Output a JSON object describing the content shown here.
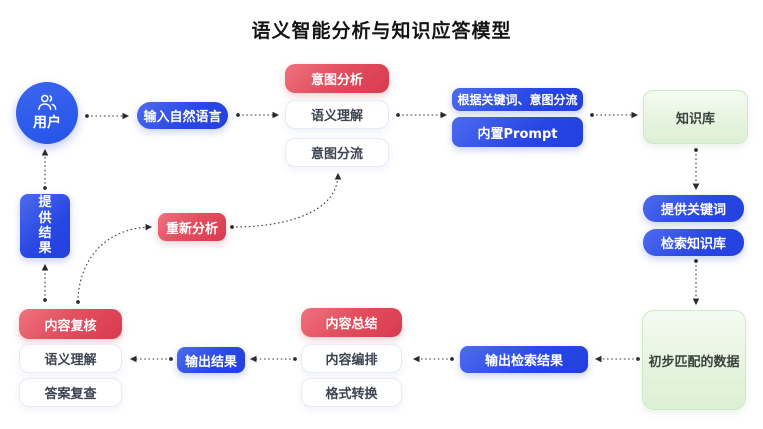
{
  "title": "语义智能分析与知识应答模型",
  "nodes": {
    "user": {
      "label": "用户",
      "icon": "users-icon"
    },
    "input_natural_language": {
      "label": "输入自然语言"
    },
    "intent_analysis": {
      "header": "意图分析",
      "item1": "语义理解",
      "item2": "意图分流"
    },
    "keyword_routing": {
      "label": "根据关键词、意图分流"
    },
    "builtin_prompt": {
      "label": "内置Prompt"
    },
    "knowledge_base": {
      "label": "知识库"
    },
    "provide_result": {
      "label": "提供结果"
    },
    "reanalyze": {
      "label": "重新分析"
    },
    "provide_keywords": {
      "label": "提供关键词"
    },
    "search_knowledge_base": {
      "label": "检索知识库"
    },
    "content_review": {
      "header": "内容复核",
      "item1": "语义理解",
      "item2": "答案复查"
    },
    "output_result": {
      "label": "输出结果"
    },
    "content_summary": {
      "header": "内容总结",
      "item1": "内容编排",
      "item2": "格式转换"
    },
    "output_search_result": {
      "label": "输出检索结果"
    },
    "matched_data": {
      "label": "初步匹配的数据"
    }
  },
  "edges": [
    {
      "from": "用户",
      "to": "输入自然语言"
    },
    {
      "from": "输入自然语言",
      "to": "意图分析"
    },
    {
      "from": "意图分析",
      "to": "根据关键词、意图分流"
    },
    {
      "from": "内置Prompt",
      "to": "知识库"
    },
    {
      "from": "知识库",
      "to": "提供关键词"
    },
    {
      "from": "检索知识库",
      "to": "初步匹配的数据"
    },
    {
      "from": "初步匹配的数据",
      "to": "输出检索结果"
    },
    {
      "from": "输出检索结果",
      "to": "内容总结"
    },
    {
      "from": "内容总结",
      "to": "输出结果"
    },
    {
      "from": "输出结果",
      "to": "内容复核"
    },
    {
      "from": "内容复核",
      "to": "提供结果"
    },
    {
      "from": "提供结果",
      "to": "用户"
    },
    {
      "from": "内容复核",
      "to": "重新分析"
    },
    {
      "from": "重新分析",
      "to": "意图分流"
    }
  ],
  "colors": {
    "blue_gradient_start": "#4d6bee",
    "blue_gradient_end": "#2340df",
    "red_gradient_start": "#ef7381",
    "red_gradient_end": "#d93a4f",
    "green_bg_start": "#f5fbf2",
    "green_bg_end": "#dcf0d4",
    "green_border": "#cde9c8",
    "white_box_border": "#e4eaf8",
    "connector": "#333333"
  }
}
